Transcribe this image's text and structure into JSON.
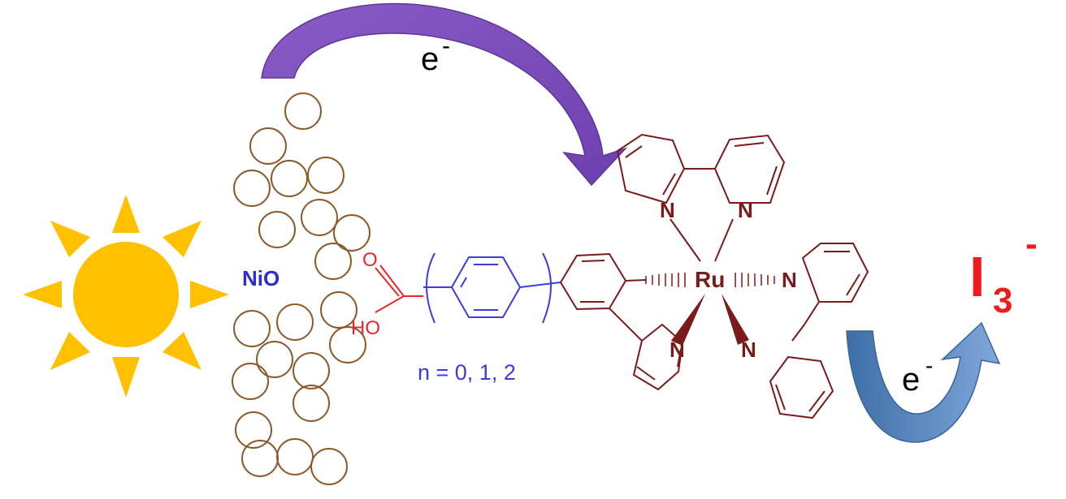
{
  "labels": {
    "electron_top": "e",
    "electron_top_sup": "-",
    "nio": "NiO",
    "carbonyl_o": "O",
    "hydroxyl": "HO",
    "repeat_n": "n = 0, 1, 2",
    "ruthenium": "Ru",
    "nitrogen": "N",
    "triiodide": "I",
    "triiodide_sub": "3",
    "triiodide_sup": "-",
    "electron_bottom": "e",
    "electron_bottom_sup": "-"
  },
  "colors": {
    "sun": "#FFC000",
    "particles": "#8B5A2B",
    "purple_arrow": "#7B4BB7",
    "blue_arrow": "#4F7FB8",
    "acid_group": "#E8262B",
    "linker": "#3C3CE0",
    "complex": "#7B1A1A",
    "nio_label": "#2B2BD8",
    "triiodide": "#EE1C1C"
  }
}
